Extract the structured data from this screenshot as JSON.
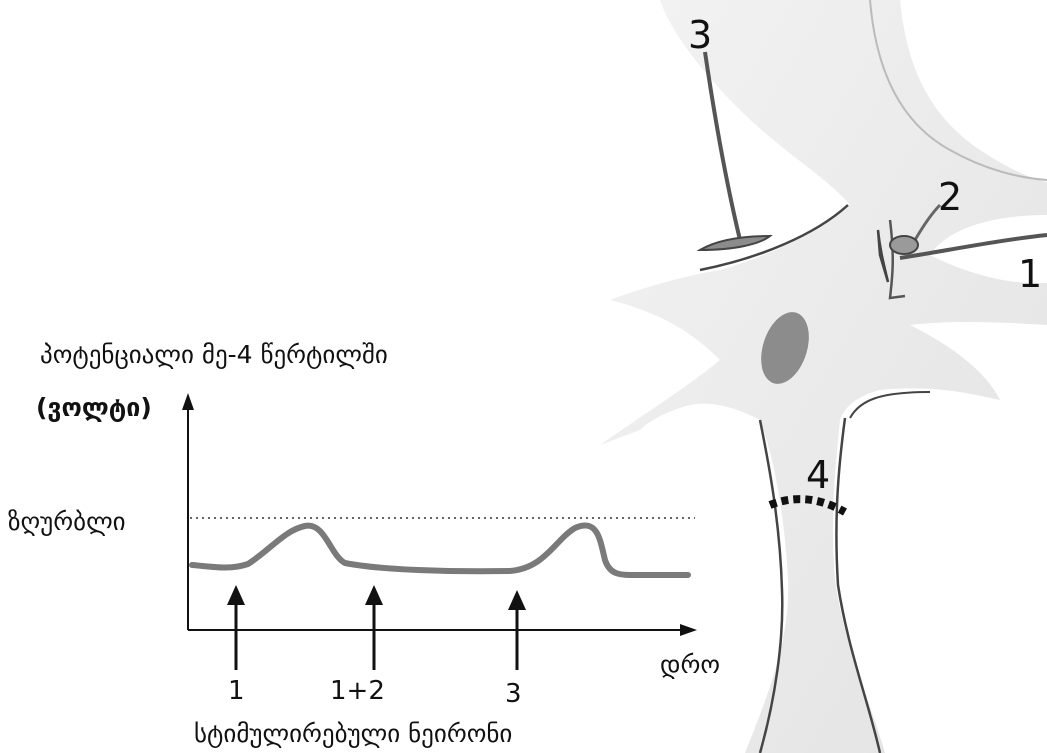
{
  "chart_data": {
    "type": "line",
    "ylabel": "პოტენციალი მე-4 წერტილში",
    "yunit": "(ვოლტი)",
    "xlabel": "დრო",
    "threshold_label": "ზღურბლი",
    "stimulus_title": "სტიმულირებული ნეირონი",
    "stimuli": [
      "1",
      "1+2",
      "3"
    ]
  },
  "neuron": {
    "labels": [
      "3",
      "2",
      "1",
      "4"
    ]
  },
  "colors": {
    "trace": "#7a7a7a",
    "cell_fill": "#ededed",
    "nucleus": "#8c8c8c",
    "outline": "#333333"
  }
}
